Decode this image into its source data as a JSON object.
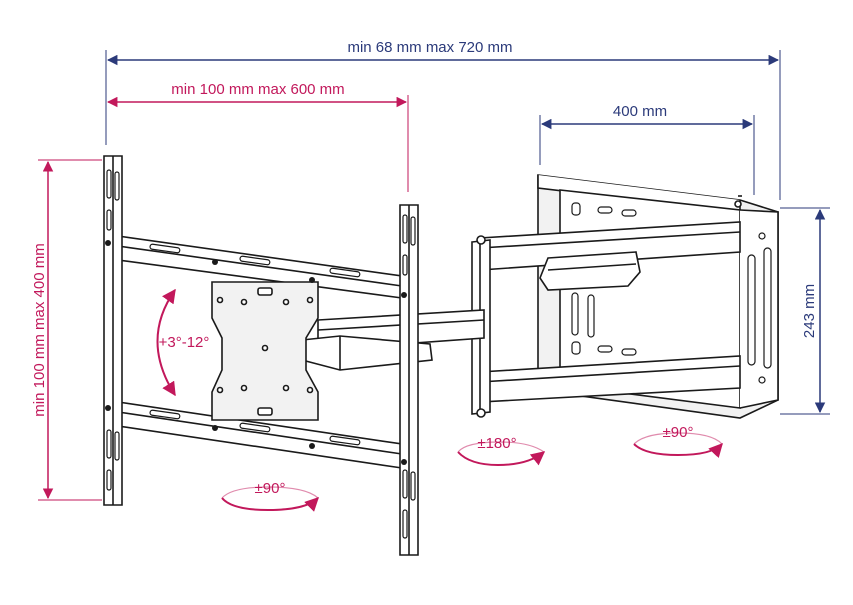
{
  "dimensions": {
    "total_width": "min 68 mm max 720 mm",
    "bracket_width": "min 100 mm max 600 mm",
    "wall_plate_width": "400 mm",
    "bracket_height": "min 100 mm max 400 mm",
    "wall_plate_height": "243 mm"
  },
  "rotations": {
    "tilt": "+3°-12°",
    "swivel_arm": "±180°",
    "swivel_wall": "±90°",
    "rotate_screen": "±90°"
  },
  "colors": {
    "dimension_blue": "#2b3a7a",
    "dimension_pink": "#c2185b",
    "drawing_line": "#1a1a1a",
    "drawing_fill": "#ffffff",
    "plate_fill": "#f2f2f2"
  }
}
